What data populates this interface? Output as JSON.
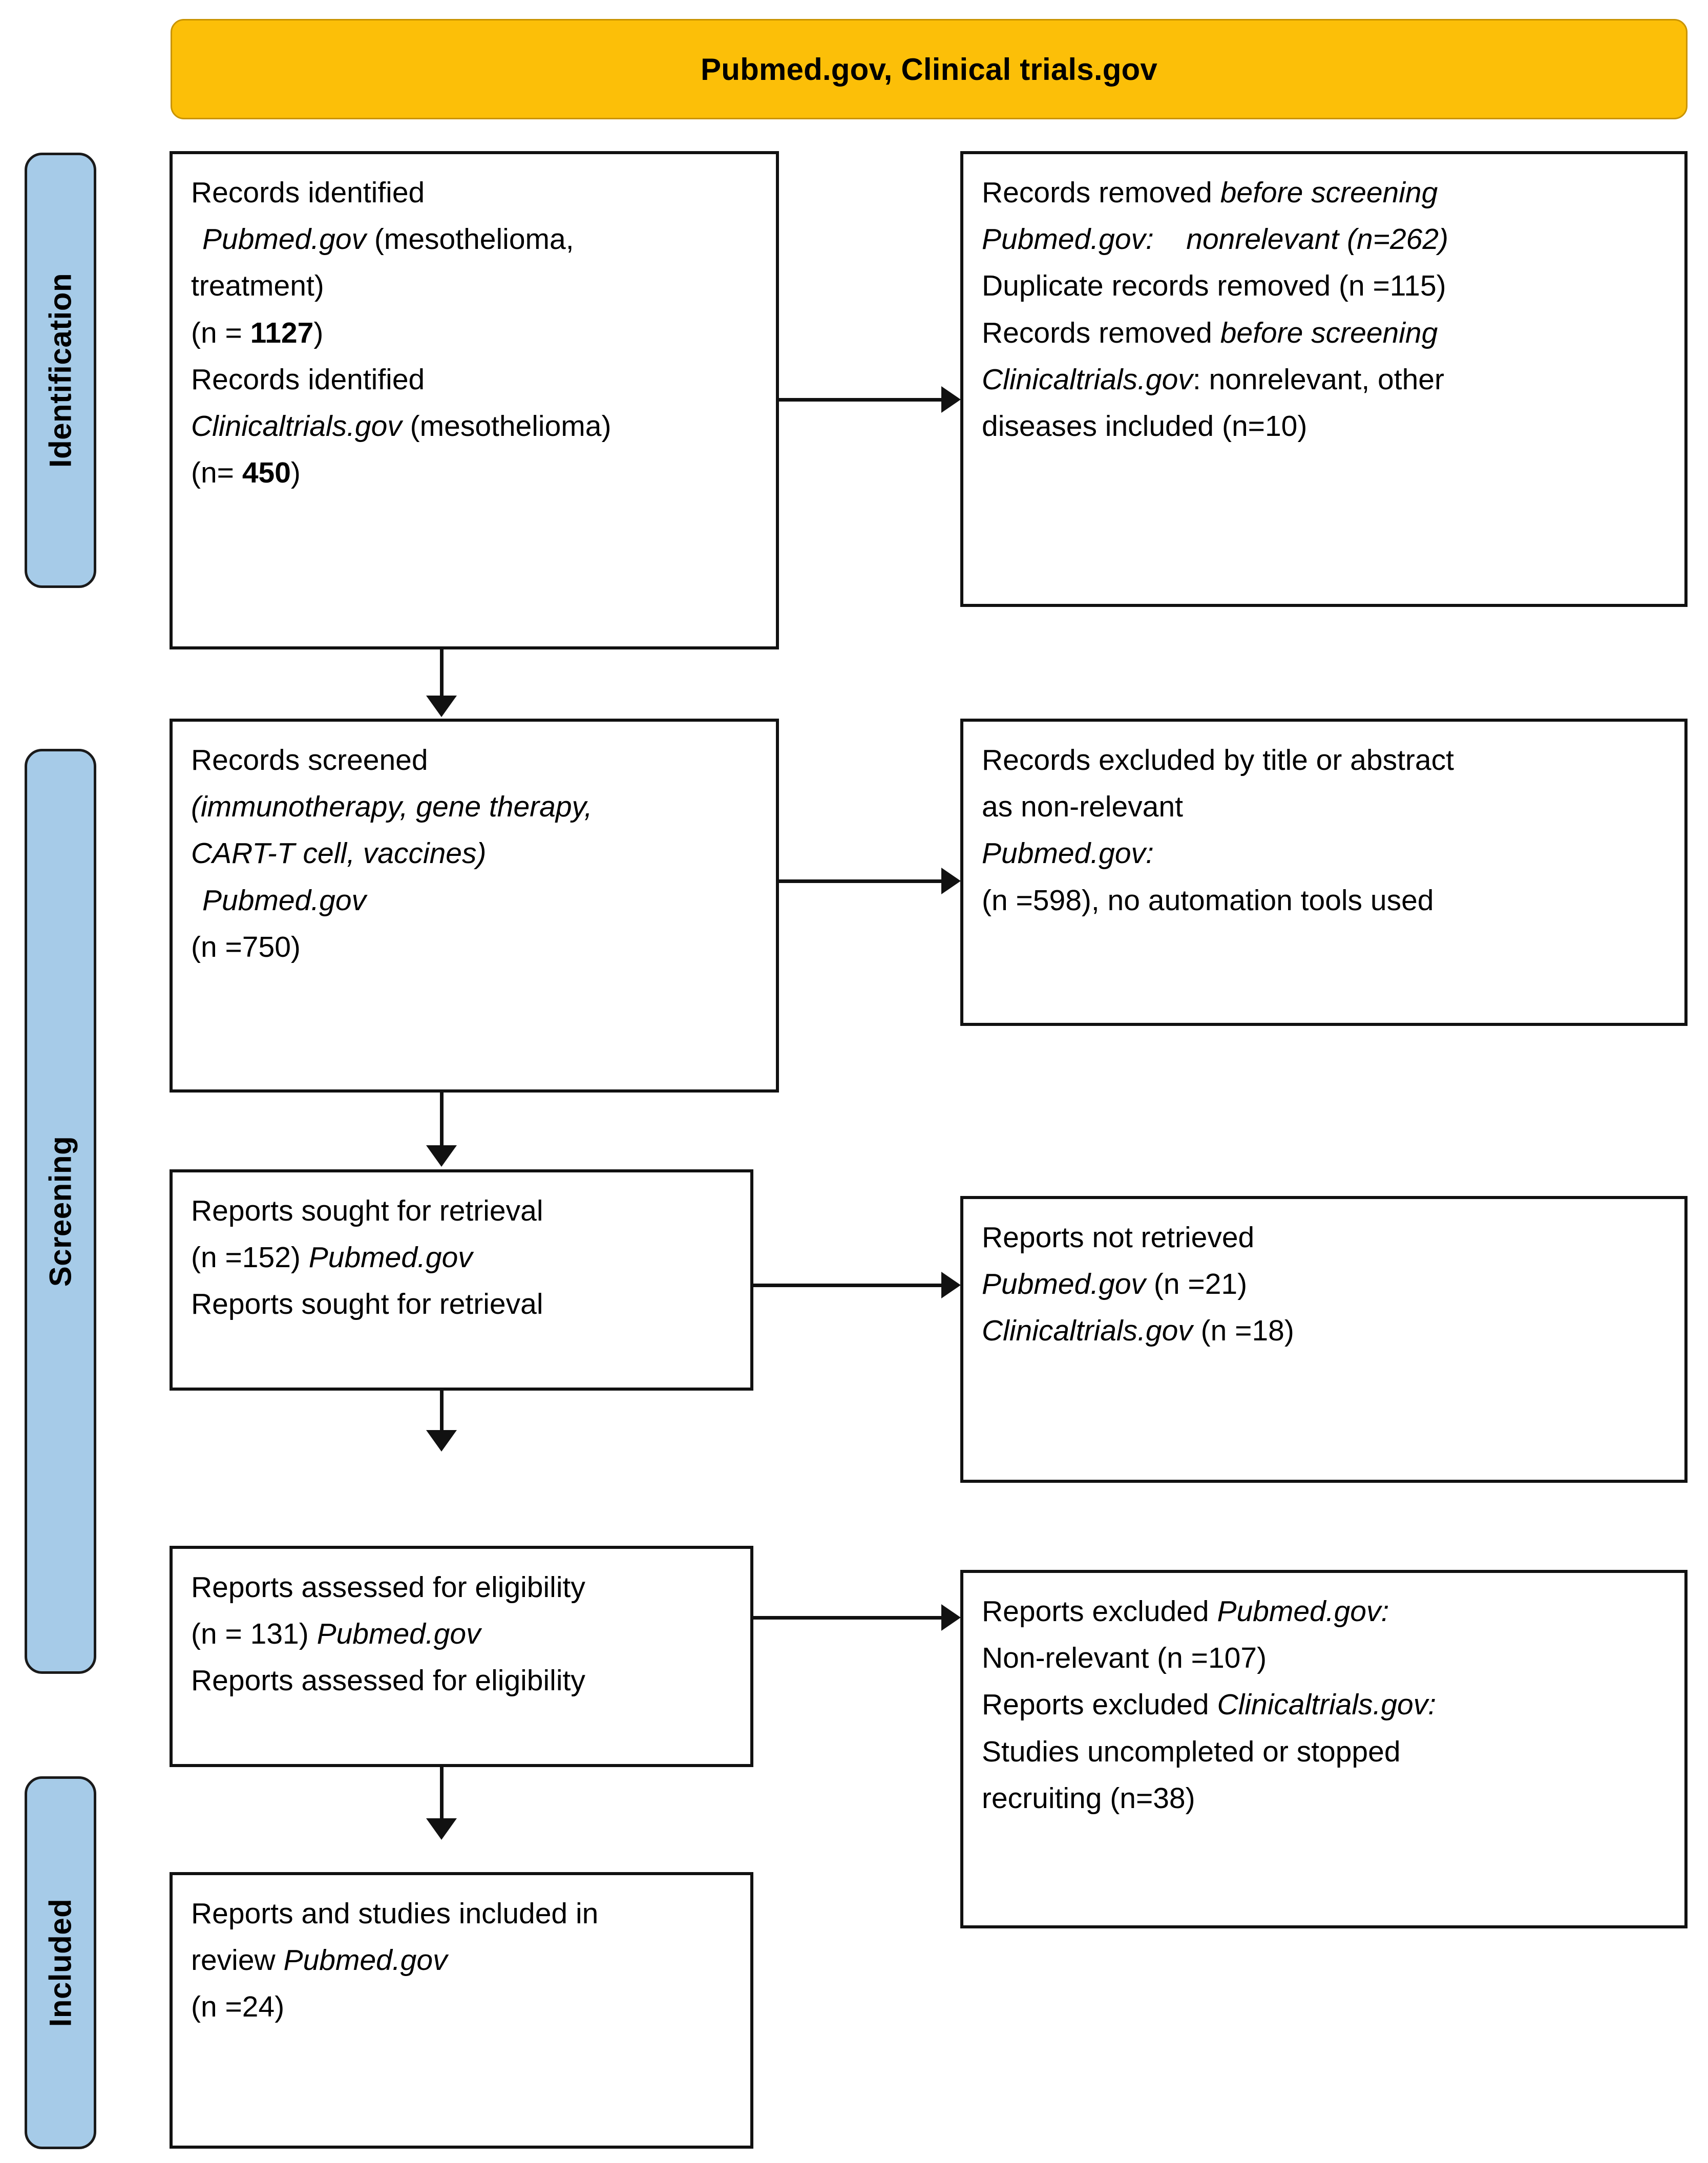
{
  "banner": {
    "title": "Pubmed.gov, Clinical trials.gov"
  },
  "stages": {
    "identification": "Identification",
    "screening": "Screening",
    "included": "Included"
  },
  "boxes": {
    "identified": {
      "line1": "Records identified",
      "line2_italic": "Pubmed.gov",
      "line2_rest": " (mesothelioma,",
      "line3": "treatment)",
      "line4_pre": "(n = ",
      "line4_num": "1127",
      "line4_post": ")",
      "line5": "Records identified",
      "line6_italic": "Clinicaltrials.gov",
      "line6_rest": " (mesothelioma)",
      "line7_pre": "(n= ",
      "line7_num": "450",
      "line7_post": ")"
    },
    "removed": {
      "line1_pre": "Records removed ",
      "line1_italic": "before screening",
      "line2_italic": "Pubmed.gov:",
      "line2_italic2": "nonrelevant (n=262)",
      "line3": "Duplicate records removed (n =115)",
      "line4_pre": "Records removed ",
      "line4_italic": "before screening",
      "line5_italic": "Clinicaltrials.gov",
      "line5_rest": ": nonrelevant, other",
      "line6": "diseases included (n=10)"
    },
    "screened": {
      "line1": "Records screened",
      "line2_italic": "(immunotherapy, gene therapy,",
      "line3_italic": "CART-T cell, vaccines)",
      "line4_italic": "Pubmed.gov",
      "line5": "(n =750)"
    },
    "excluded_title": {
      "line1": "Records excluded by title or abstract",
      "line2": "as non-relevant",
      "line3_italic": "Pubmed.gov:",
      "line4": "(n =598), no automation tools used"
    },
    "sought": {
      "line1": "Reports sought for retrieval",
      "line2_pre": "(n =152) ",
      "line2_italic": "Pubmed.gov",
      "line3": "Reports sought for retrieval"
    },
    "not_retrieved": {
      "line1": "Reports not retrieved",
      "line2_italic": "Pubmed.gov",
      "line2_rest": " (n =21)",
      "line3_italic": "Clinicaltrials.gov",
      "line3_rest": " (n =18)"
    },
    "eligibility": {
      "line1": "Reports assessed for eligibility",
      "line2_pre": "(n = 131)    ",
      "line2_italic": "Pubmed.gov",
      "line3": "Reports assessed for eligibility"
    },
    "reports_excluded": {
      "line1_pre": "Reports excluded ",
      "line1_italic": "Pubmed.gov:",
      "line2": "Non-relevant (n =107)",
      "line3_pre": "Reports excluded ",
      "line3_italic": "Clinicaltrials.gov:",
      "line4": "Studies uncompleted or stopped",
      "line5": "recruiting (n=38)"
    },
    "included": {
      "line1": "Reports and studies included in",
      "line2_pre": "review ",
      "line2_italic": "Pubmed.gov",
      "line3": "(n =24)"
    }
  },
  "colors": {
    "banner_fill": "#FCBF08",
    "banner_stroke": "#C99400",
    "rail_fill": "#A6CBE8",
    "box_stroke": "#111111"
  },
  "counts": {
    "pubmed_identified": 1127,
    "clinicaltrials_identified": 450,
    "pubmed_nonrelevant_removed": 262,
    "duplicates_removed": 115,
    "clinicaltrials_removed": 10,
    "records_screened": 750,
    "records_excluded_title_abstract": 598,
    "reports_sought": 152,
    "pubmed_not_retrieved": 21,
    "clinicaltrials_not_retrieved": 18,
    "reports_assessed": 131,
    "pubmed_excluded_nonrelevant": 107,
    "clinicaltrials_excluded": 38,
    "included_in_review": 24
  }
}
